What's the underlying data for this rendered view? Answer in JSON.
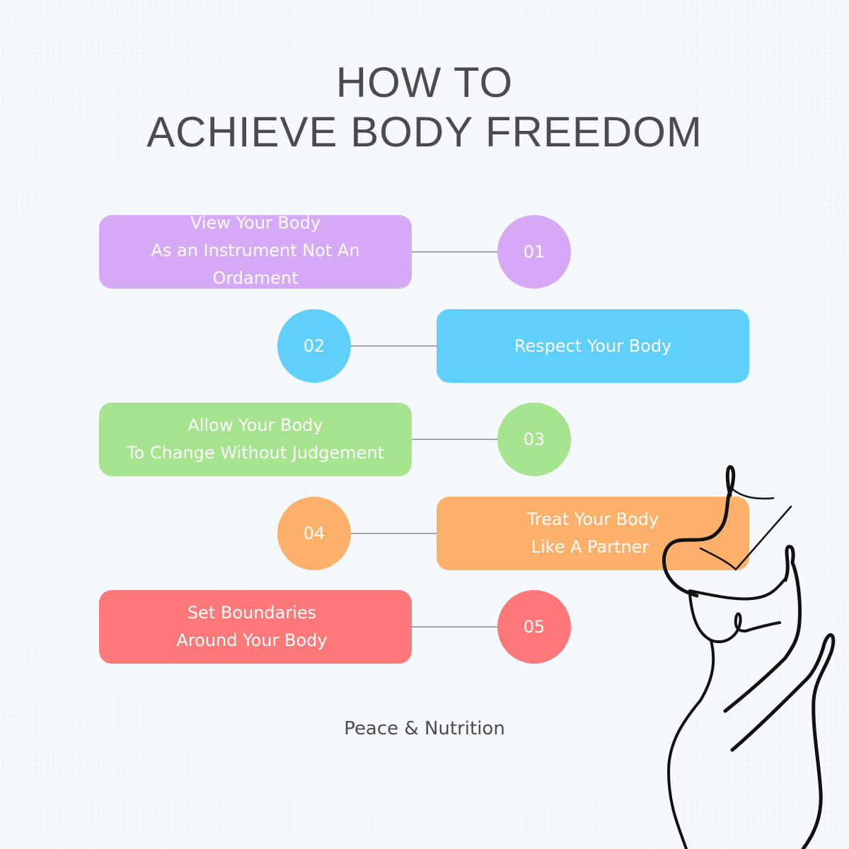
{
  "title": {
    "line1": "HOW TO",
    "line2": "ACHIEVE BODY FREEDOM"
  },
  "steps": [
    {
      "number": "01",
      "lines": [
        "View Your Body",
        "As an Instrument Not An",
        "Ordament"
      ],
      "color": "#d6a9f6"
    },
    {
      "number": "02",
      "lines": [
        "Respect Your Body"
      ],
      "color": "#5fcffb"
    },
    {
      "number": "03",
      "lines": [
        "Allow Your Body",
        "To Change Without Judgement"
      ],
      "color": "#a6e38e"
    },
    {
      "number": "04",
      "lines": [
        "Treat Your Body",
        "Like A Partner"
      ],
      "color": "#fdb06a"
    },
    {
      "number": "05",
      "lines": [
        "Set Boundaries",
        "Around Your Body"
      ],
      "color": "#fd7979"
    }
  ],
  "footer": {
    "brand": "Peace & Nutrition"
  },
  "decoration": {
    "icon": "line-art-female-figure-icon"
  }
}
